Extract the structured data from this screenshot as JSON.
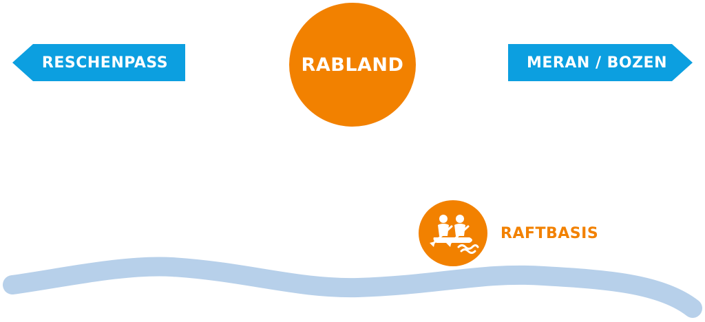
{
  "signs": {
    "left_label": "RESCHENPASS",
    "right_label": "MERAN / BOZEN"
  },
  "town": {
    "label": "RABLAND"
  },
  "raft": {
    "label": "RAFTBASIS",
    "icon": "rafting-icon"
  },
  "colors": {
    "sign_blue": "#0C9FE0",
    "orange": "#F28100",
    "river": "#B7D0EA"
  }
}
